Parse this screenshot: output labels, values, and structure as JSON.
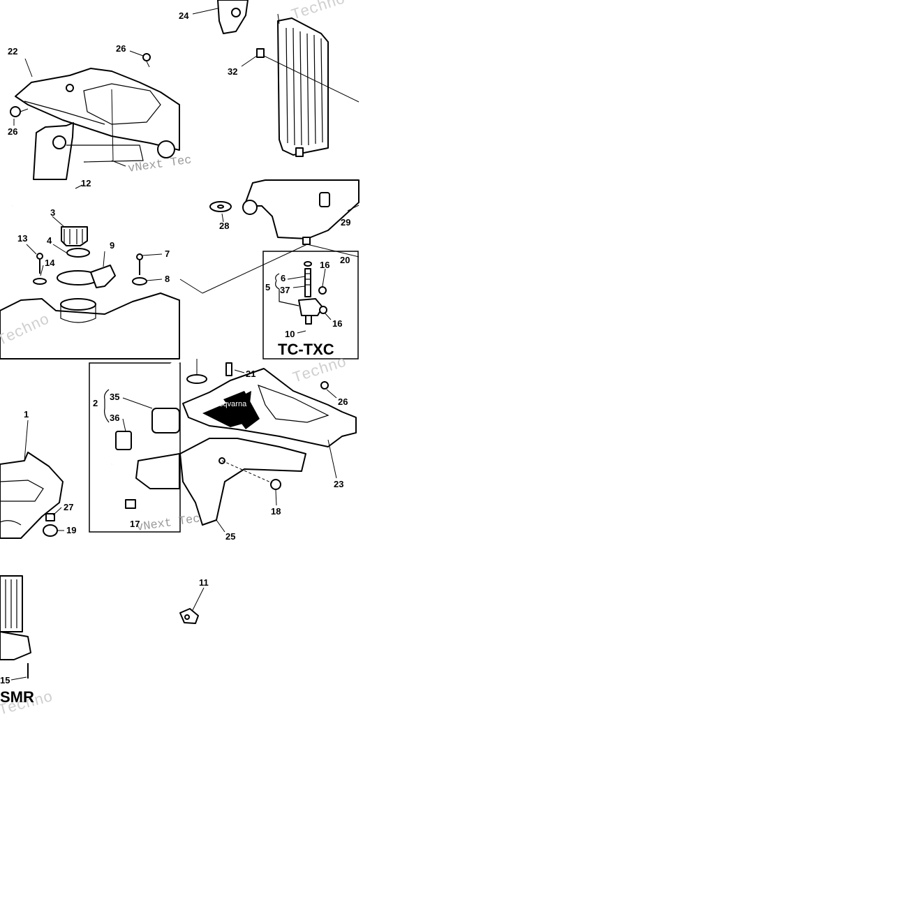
{
  "watermark": {
    "tile_text": "Techno",
    "full_text": "vNext Tec"
  },
  "brand_label": "Husqvarna",
  "variants": [
    "TC-TXC",
    "SMR"
  ],
  "callouts": {
    "c1": "1",
    "c2": "2",
    "c3": "3",
    "c4": "4",
    "c5": "5",
    "c6": "6",
    "c7": "7",
    "c8": "8",
    "c9": "9",
    "c10": "10",
    "c11": "11",
    "c12": "12",
    "c13": "13",
    "c14": "14",
    "c15": "15",
    "c16a": "16",
    "c16b": "16",
    "c17": "17",
    "c18": "18",
    "c19": "19",
    "c20": "20",
    "c21": "21",
    "c22": "22",
    "c23": "23",
    "c24": "24",
    "c25": "25",
    "c26a": "26",
    "c26b": "26",
    "c26c": "26",
    "c27": "27",
    "c28": "28",
    "c29": "29",
    "c32": "32",
    "c35": "35",
    "c36": "36",
    "c37": "37"
  }
}
